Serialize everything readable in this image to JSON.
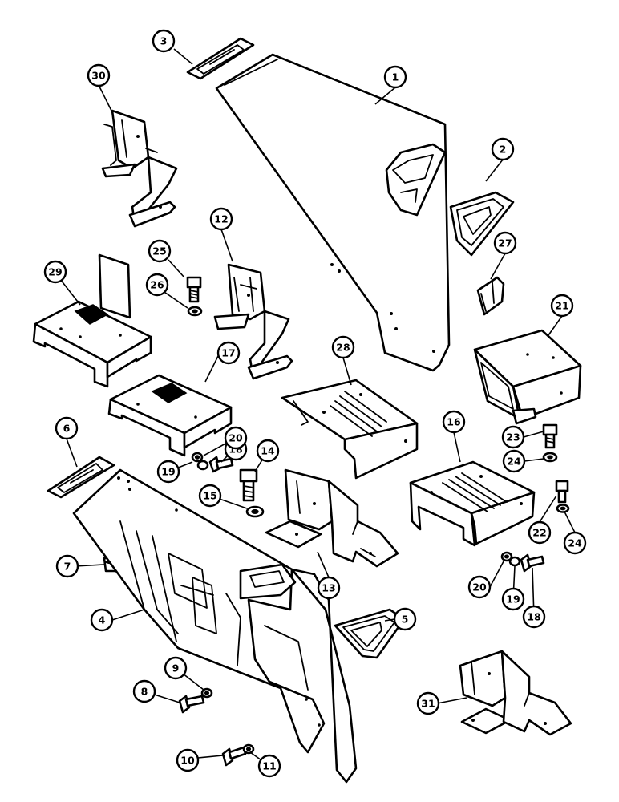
{
  "callouts": [
    "1",
    "2",
    "3",
    "4",
    "5",
    "6",
    "7",
    "8",
    "9",
    "10",
    "11",
    "12",
    "13",
    "14",
    "15",
    "16",
    "17",
    "18",
    "18",
    "19",
    "19",
    "20",
    "20",
    "21",
    "22",
    "23",
    "24",
    "24",
    "25",
    "26",
    "27",
    "28",
    "29",
    "30",
    "31"
  ],
  "colors": {
    "line": "#000000",
    "background": "#ffffff"
  }
}
